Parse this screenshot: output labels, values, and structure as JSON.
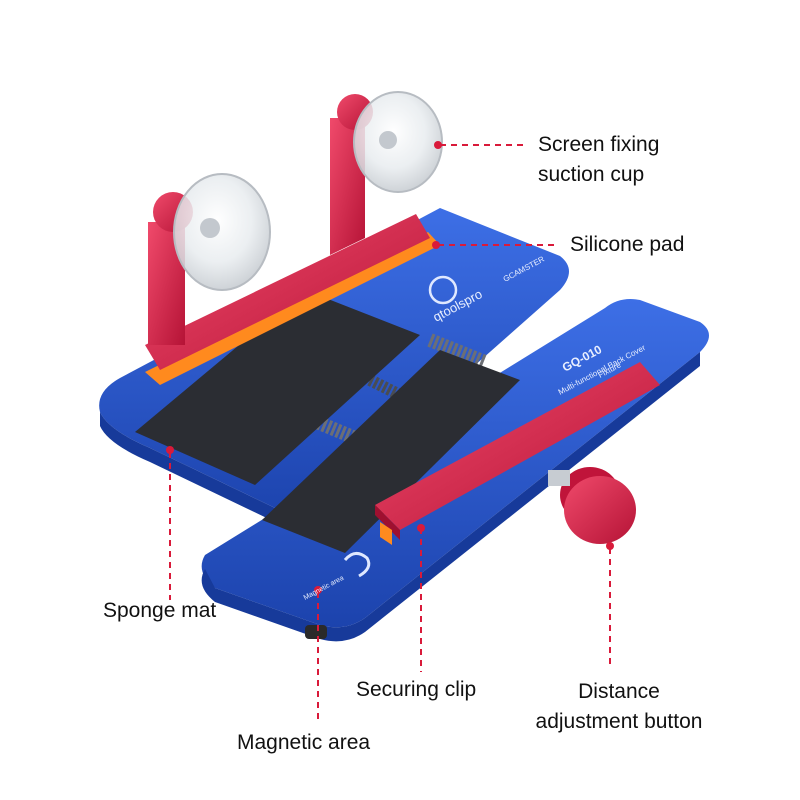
{
  "labels": {
    "screen_fixing_suction_cup": [
      "Screen fixing",
      "suction cup"
    ],
    "silicone_pad": "Silicone pad",
    "sponge_mat": "Sponge mat",
    "securing_clip": "Securing clip",
    "distance_adjustment_button": [
      "Distance",
      "adjustment button"
    ],
    "magnetic_area": "Magnetic area"
  },
  "product": {
    "brand": "qtoolspro",
    "sub_brand": "GCAMSTER",
    "model": "GQ-010",
    "desc_line1": "Multi-functional Back Cover",
    "desc_line2": "Fixture",
    "magnetic_label": "Magnetic area"
  },
  "colors": {
    "callout_line": "#d91a3a",
    "blue_base": "#2a5bd7",
    "red_clamp": "#d81e4a",
    "orange_pad": "#ff8a1e",
    "sponge": "#2b2d33"
  }
}
